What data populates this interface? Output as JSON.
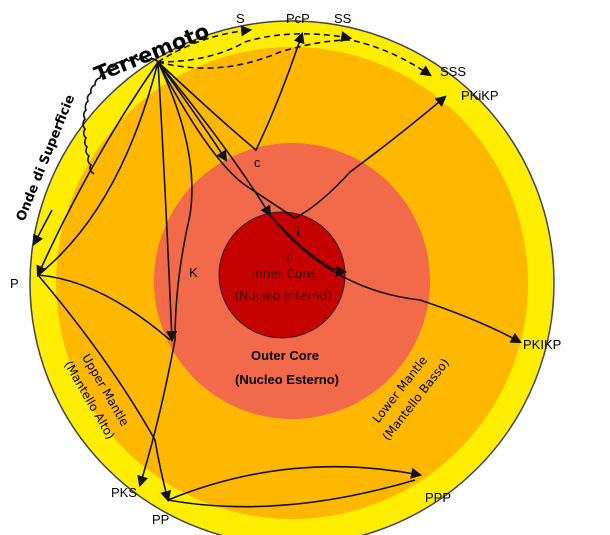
{
  "colors": {
    "crust": "#ffee00",
    "mantle": "#ffb700",
    "outer_core": "#f26a4a",
    "inner_core": "#c40000",
    "outline": "#444444"
  },
  "labels": {
    "earthquake": "Terremoto",
    "surface_waves": "Onde di Superficie",
    "inner_core_1": "Inner Core",
    "inner_core_2": "(Nucleo Interno)",
    "outer_core_1": "Outer Core",
    "outer_core_2": "(Nucleo Esterno)",
    "upper_mantle_1": "Upper Mantle",
    "upper_mantle_2": "(Mantello Alto)",
    "lower_mantle_1": "Lower Mantle",
    "lower_mantle_2": "(Mantello Basso)"
  },
  "phases": {
    "S": "S",
    "PcP": "PcP",
    "SS": "SS",
    "SSS": "SSS",
    "PKiKP": "PKiKP",
    "P": "P",
    "PKIKP": "PKIKP",
    "PKS": "PKS",
    "PP": "PP",
    "PPP": "PPP",
    "c": "c",
    "i": "i",
    "I": "I",
    "K": "K"
  }
}
